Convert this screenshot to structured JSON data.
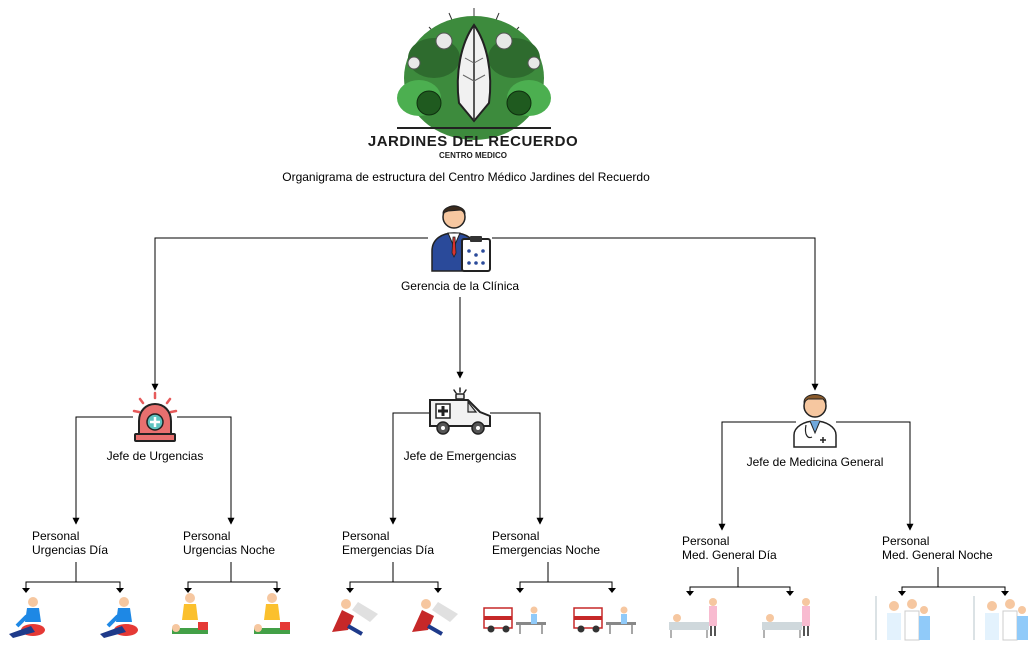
{
  "logo": {
    "name_line": "JARDINES DEL RECUERDO",
    "sub_line": "CENTRO MEDICO"
  },
  "title": "Organigrama de estructura del Centro Médico Jardines del Recuerdo",
  "nodes": {
    "gerencia": "Gerencia de la Clínica",
    "jefe_urgencias": "Jefe de Urgencias",
    "jefe_emergencias": "Jefe de Emergencias",
    "jefe_medicina": "Jefe de Medicina General",
    "urg_dia": [
      "Personal",
      "Urgencias Día"
    ],
    "urg_noche": [
      "Personal",
      "Urgencias Noche"
    ],
    "emg_dia": [
      "Personal",
      "Emergencias Día"
    ],
    "emg_noche": [
      "Personal",
      "Emergencias Noche"
    ],
    "med_dia": [
      "Personal",
      "Med. General Día"
    ],
    "med_noche": [
      "Personal",
      "Med. General Noche"
    ]
  },
  "icons": {
    "gerencia": "manager-with-clipboard-icon",
    "urgencias": "emergency-siren-icon",
    "emergencias": "ambulance-icon",
    "medicina": "doctor-icon",
    "urgencias_staff": "cpr-first-aid-icon",
    "emergencias_staff": "injured-person-icon",
    "ambulance_stretcher": "ambulance-stretcher-icon",
    "patient_bed": "patient-bed-icon",
    "medical_team": "medical-team-icon"
  },
  "colors": {
    "line": "#000000",
    "logo_green": "#2e7d32",
    "siren_red": "#e8706f",
    "ambulance_gray": "#f2f2f2"
  }
}
